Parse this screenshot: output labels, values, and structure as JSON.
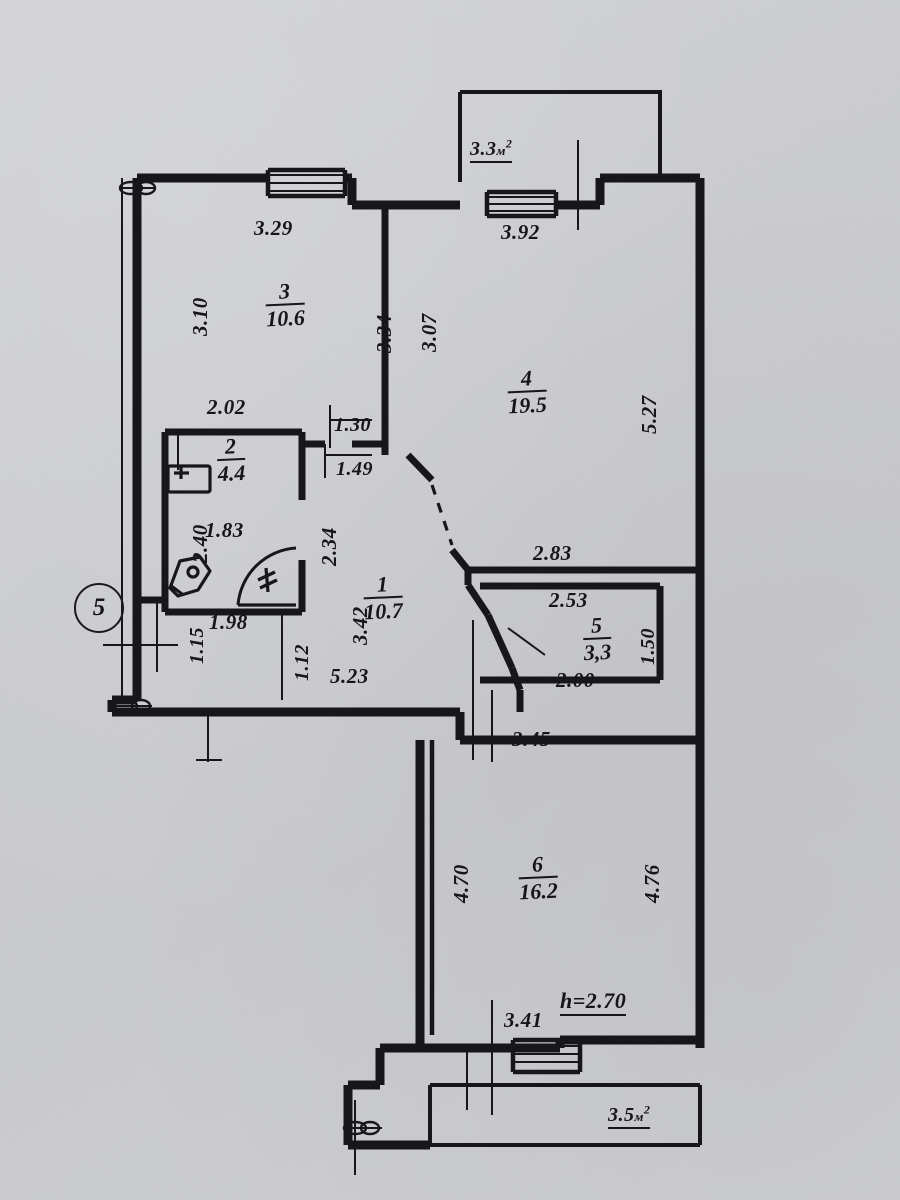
{
  "document": {
    "type": "apartment-floor-plan",
    "apartment_number": "5",
    "ceiling_height_note": "h=2.70"
  },
  "rooms": [
    {
      "id": "room-1",
      "number": "1",
      "area": "10.7"
    },
    {
      "id": "room-2",
      "number": "2",
      "area": "4.4"
    },
    {
      "id": "room-3",
      "number": "3",
      "area": "10.6"
    },
    {
      "id": "room-4",
      "number": "4",
      "area": "19.5"
    },
    {
      "id": "room-5",
      "number": "5",
      "area": "3,3"
    },
    {
      "id": "room-6",
      "number": "6",
      "area": "16.2"
    }
  ],
  "balconies": [
    {
      "id": "balcony-top",
      "area": "3.3",
      "unit": "м",
      "exp": "2"
    },
    {
      "id": "balcony-bottom",
      "area": "3.5",
      "unit": "м",
      "exp": "2"
    }
  ],
  "dimensions": {
    "room3_top": "3.29",
    "room3_left": "3.10",
    "room3_right": "3.34",
    "corridor_right": "3.07",
    "room4_top": "3.92",
    "room4_right": "5.27",
    "room2_top": "2.02",
    "room2_left": "2.40",
    "room2_inner_width": "1.83",
    "room2_right": "2.34",
    "room2_bottom": "1.98",
    "door_opening_1": "1.30",
    "door_opening_2": "1.49",
    "left_jog": "1.15",
    "corridor_step": "1.12",
    "room1_left": "3.42",
    "room1_bottom": "5.23",
    "room5_top_outer": "2.83",
    "room5_top": "2.53",
    "room5_right": "1.50",
    "room5_bottom": "2.00",
    "room6_top": "3.45",
    "room6_left": "4.70",
    "room6_right": "4.76",
    "room6_bottom": "3.41"
  }
}
